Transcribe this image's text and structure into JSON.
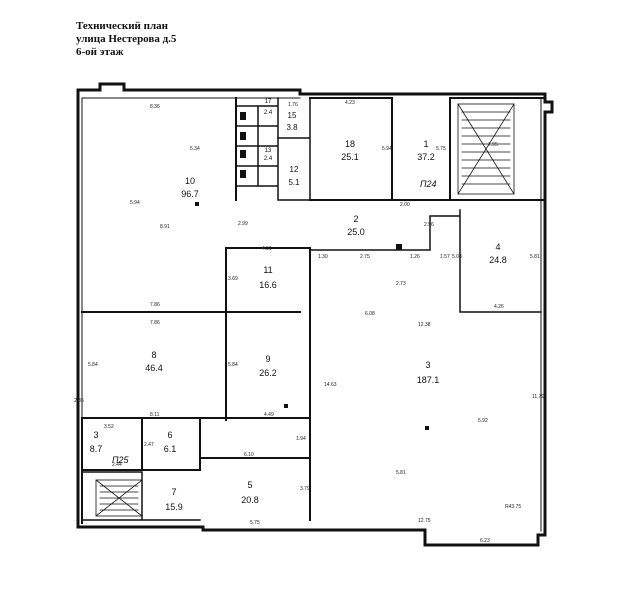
{
  "header": {
    "line1": "Технический план",
    "line2": "улица Нестерова д.5",
    "line3": "6-ой этаж"
  },
  "rooms": [
    {
      "num": "10",
      "area": "96.7"
    },
    {
      "num": "18",
      "area": "25.1"
    },
    {
      "num": "1",
      "area": "37.2"
    },
    {
      "num": "15",
      "area": "3.8"
    },
    {
      "num": "12",
      "area": "5.1"
    },
    {
      "num": "17",
      "area": "2.4"
    },
    {
      "num": "13",
      "area": "2.4"
    },
    {
      "num": "2",
      "area": "25.0"
    },
    {
      "num": "4",
      "area": "24.8"
    },
    {
      "num": "11",
      "area": "16.6"
    },
    {
      "num": "8",
      "area": "46.4"
    },
    {
      "num": "9",
      "area": "26.2"
    },
    {
      "num": "3",
      "area": "187.1"
    },
    {
      "num": "3",
      "area": "8.7"
    },
    {
      "num": "6",
      "area": "6.1"
    },
    {
      "num": "5",
      "area": "20.8"
    },
    {
      "num": "7",
      "area": "15.9"
    }
  ],
  "stair_labels": {
    "upper": "П24",
    "lower": "П25"
  },
  "dimensions": [
    "8.36",
    "5.34",
    "5.94",
    "8.91",
    "2.99",
    "4.23",
    "5.94",
    "5.75",
    "7.95",
    "1.76",
    "4.51",
    "1.30",
    "2.75",
    "1.26",
    "2.96",
    "2.00",
    "1.57",
    "5.08",
    "5.81",
    "3.69",
    "7.86",
    "7.86",
    "6.08",
    "2.73",
    "12.38",
    "4.26",
    "5.84",
    "5.84",
    "14.63",
    "5.92",
    "11.79",
    "8.11",
    "4.49",
    "3.52",
    "2.47",
    "2.44",
    "1.94",
    "6.10",
    "3.79",
    "5.81",
    "5.75",
    "12.75",
    "6.23",
    "2.35"
  ],
  "stamp": "R43.75"
}
